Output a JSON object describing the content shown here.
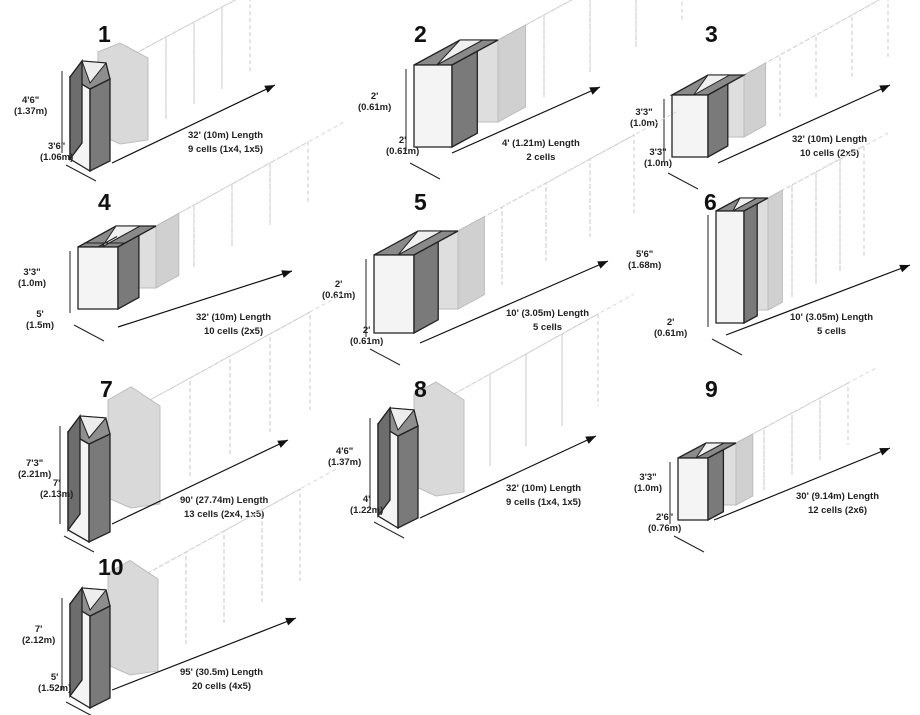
{
  "diagrams": [
    {
      "number": "1",
      "height": "4'6\"",
      "height_m": "(1.37m)",
      "width": "3'6\"",
      "width_m": "(1.06m)",
      "length": "32' (10m) Length",
      "cells": "9 cells (1x4, 1x5)",
      "shape": "hex"
    },
    {
      "number": "2",
      "height": "2'",
      "height_m": "(0.61m)",
      "width": "2'",
      "width_m": "(0.61m)",
      "length": "4' (1.21m) Length",
      "cells": "2 cells",
      "shape": "box"
    },
    {
      "number": "3",
      "height": "3'3\"",
      "height_m": "(1.0m)",
      "width": "3'3\"",
      "width_m": "(1.0m)",
      "length": "32' (10m) Length",
      "cells": "10 cells  (2x5)",
      "shape": "box"
    },
    {
      "number": "4",
      "height": "3'3\"",
      "height_m": "(1.0m)",
      "width": "5'",
      "width_m": "(1.5m)",
      "length": "32' (10m) Length",
      "cells": "10 cells (2x5)",
      "shape": "split"
    },
    {
      "number": "5",
      "height": "2'",
      "height_m": "(0.61m)",
      "width": "2'",
      "width_m": "(0.61m)",
      "length": "10' (3.05m) Length",
      "cells": "5 cells",
      "shape": "box"
    },
    {
      "number": "6",
      "height": "5'6\"",
      "height_m": "(1.68m)",
      "width": "2'",
      "width_m": "(0.61m)",
      "length": "10' (3.05m) Length",
      "cells": "5 cells",
      "shape": "tall"
    },
    {
      "number": "7",
      "height": "7'3\"",
      "height_m": "(2.21m)",
      "width": "7'",
      "width_m": "(2.13m)",
      "length": "90' (27.74m) Length",
      "cells": "13 cells (2x4, 1x5)",
      "shape": "hex"
    },
    {
      "number": "8",
      "height": "4'6\"",
      "height_m": "(1.37m)",
      "width": "4'",
      "width_m": "(1.22m)",
      "length": "32' (10m) Length",
      "cells": "9 cells (1x4, 1x5)",
      "shape": "hex"
    },
    {
      "number": "9",
      "height": "3'3\"",
      "height_m": "(1.0m)",
      "width": "2'6\"",
      "width_m": "(0.76m)",
      "length": "30' (9.14m) Length",
      "cells": "12 cells (2x6)",
      "shape": "box"
    },
    {
      "number": "10",
      "height": "7'",
      "height_m": "(2.12m)",
      "width": "5'",
      "width_m": "(1.52m)",
      "length": "95' (30.5m) Length",
      "cells": "20 cells (4x5)",
      "shape": "hex"
    }
  ]
}
